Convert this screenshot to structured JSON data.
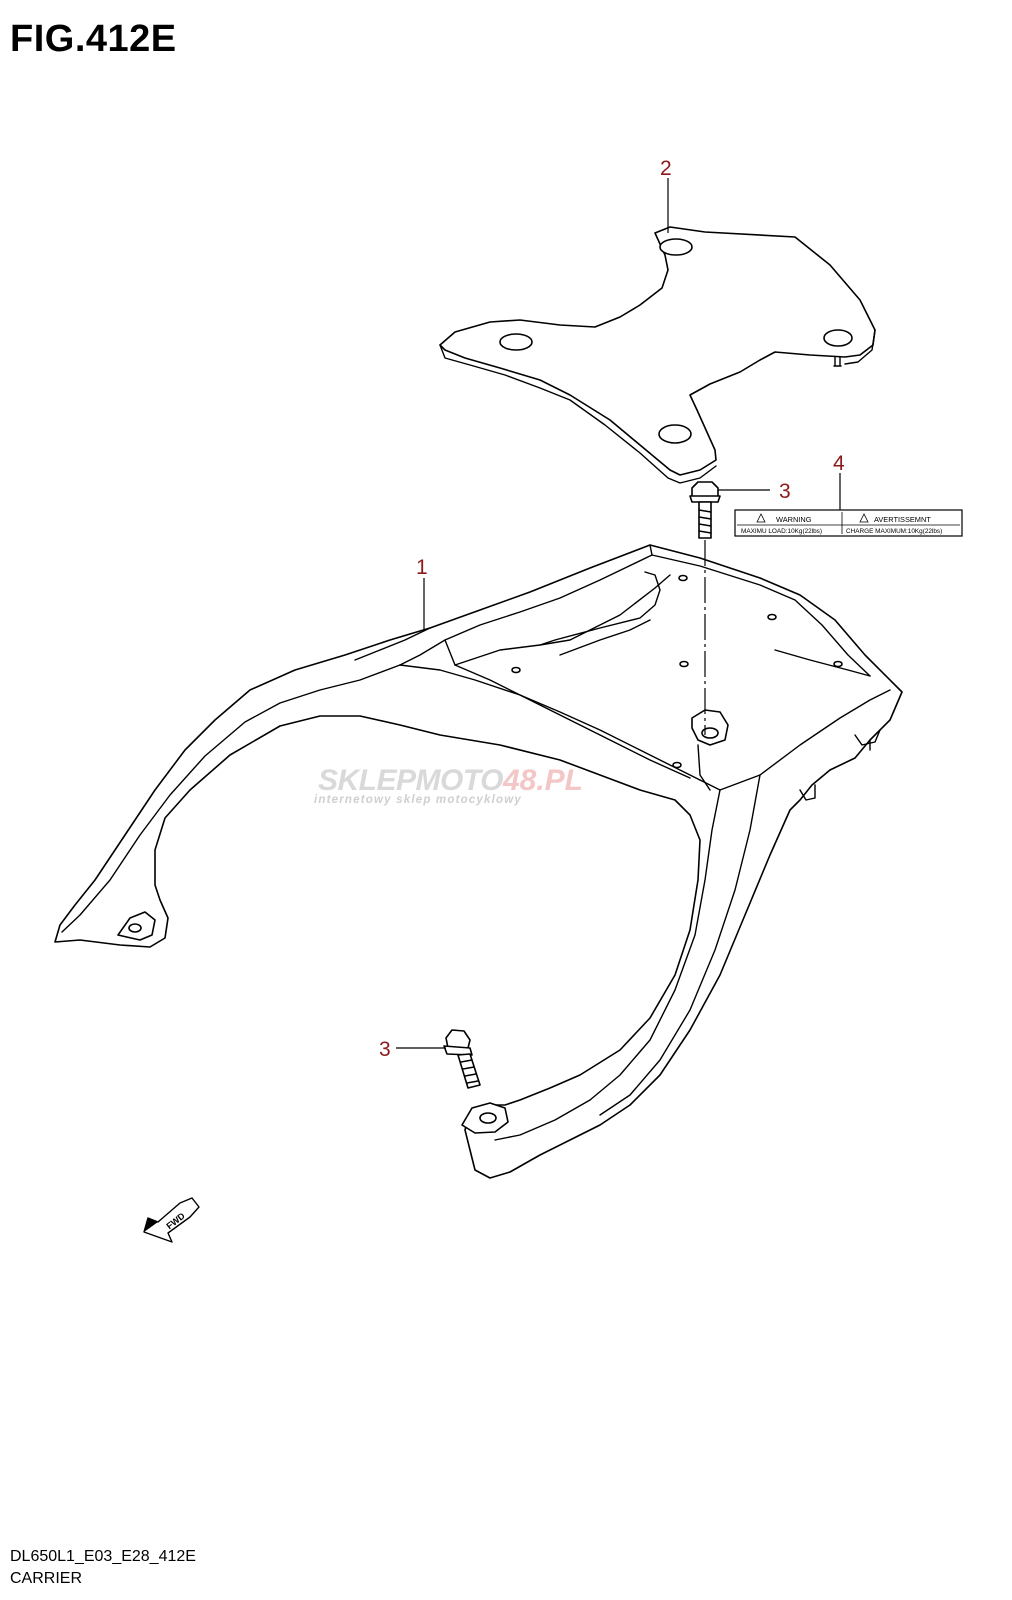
{
  "figure": {
    "title": "FIG.412E",
    "code": "DL650L1_E03_E28_412E",
    "caption": "CARRIER"
  },
  "callouts": [
    {
      "id": "1",
      "label": "1"
    },
    {
      "id": "2",
      "label": "2"
    },
    {
      "id": "3-upper",
      "label": "3"
    },
    {
      "id": "3-lower",
      "label": "3"
    },
    {
      "id": "4",
      "label": "4"
    }
  ],
  "warning_label": {
    "left_heading": "WARNING",
    "right_heading": "AVERTISSEMNT",
    "left_text": "MAXIMU LOAD:10Kg(22lbs)",
    "right_text": "CHARGE MAXIMUM:10Kg(22lbs)"
  },
  "fwd_arrow": {
    "label": "FWD"
  },
  "watermark": {
    "brand_part1": "SKLEPMOTO",
    "brand_part2": "48.PL",
    "tagline": "internetowy sklep motocyklowy"
  },
  "colors": {
    "callout": "#8b1a1a",
    "line": "#000000",
    "watermark_gray": "#d9d9d9",
    "watermark_red": "#f3c7c7"
  }
}
